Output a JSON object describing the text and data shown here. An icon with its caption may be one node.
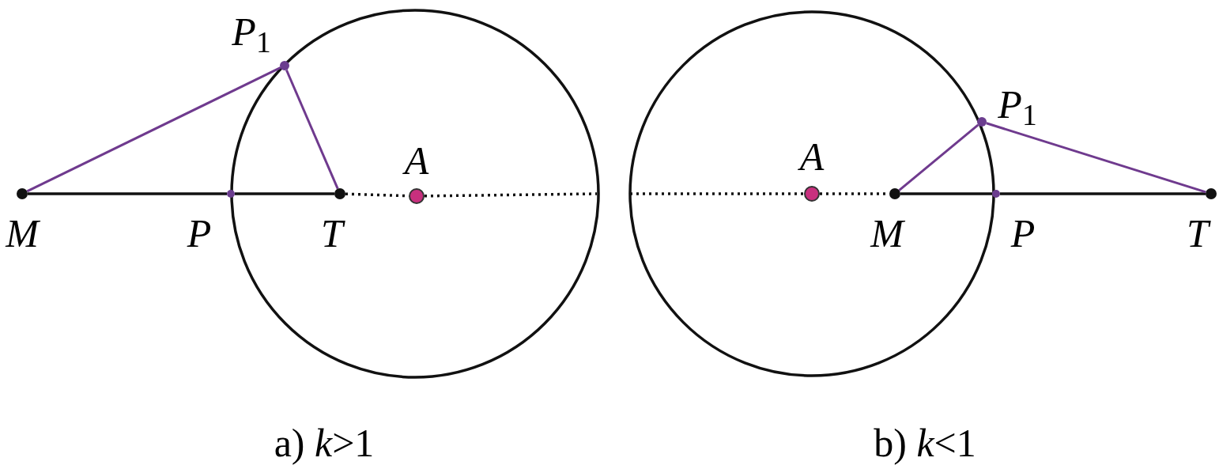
{
  "diagram": {
    "nodes": [
      {
        "text": [],
        "shape": "circle",
        "beside": [
          "M"
        ]
      },
      {
        "text": [],
        "shape": "circle",
        "beside": [
          "P"
        ]
      },
      {
        "text": [],
        "shape": "circle",
        "beside": [
          "T"
        ]
      },
      {
        "text": [],
        "shape": "circle",
        "beside": [
          "A"
        ]
      },
      {
        "text": [],
        "shape": "circle",
        "beside": [
          "*P*$_{1}$"
        ]
      },
      {
        "text": [],
        "shape": "circle",
        "beside": [
          "A"
        ]
      },
      {
        "text": [],
        "shape": "circle",
        "beside": [
          "M"
        ]
      },
      {
        "text": [],
        "shape": "circle",
        "beside": [
          "P"
        ]
      },
      {
        "text": [],
        "shape": "circle",
        "beside": [
          "T"
        ]
      },
      {
        "text": [],
        "shape": "circle",
        "beside": [
          "*P*$_{1}$"
        ]
      }
    ],
    "edges": [
      {
        "from": 0,
        "to": 1,
        "arrow": "none"
      },
      {
        "from": 1,
        "to": 2,
        "arrow": "none"
      },
      {
        "from": 2,
        "to": 3,
        "arrow": "none",
        "style": "dashed"
      },
      {
        "from": 3,
        "to": null,
        "arrow": "none",
        "style": "dashed"
      },
      {
        "from": 0,
        "to": 4,
        "arrow": "none",
        "color": "#6f3a8e"
      },
      {
        "from": 4,
        "to": 2,
        "arrow": "none",
        "color": "#6f3a8e"
      },
      {
        "from": null,
        "to": 5,
        "arrow": "none",
        "style": "dashed"
      },
      {
        "from": 5,
        "to": 6,
        "arrow": "none",
        "style": "dashed"
      },
      {
        "from": 6,
        "to": 7,
        "arrow": "none"
      },
      {
        "from": 7,
        "to": 8,
        "arrow": "none"
      },
      {
        "from": 6,
        "to": 9,
        "arrow": "none",
        "color": "#6f3a8e"
      },
      {
        "from": 9,
        "to": 8,
        "arrow": "none",
        "color": "#6f3a8e"
      }
    ],
    "labels": [
      "a) *k*>1",
      "b) *k*<1"
    ]
  }
}
